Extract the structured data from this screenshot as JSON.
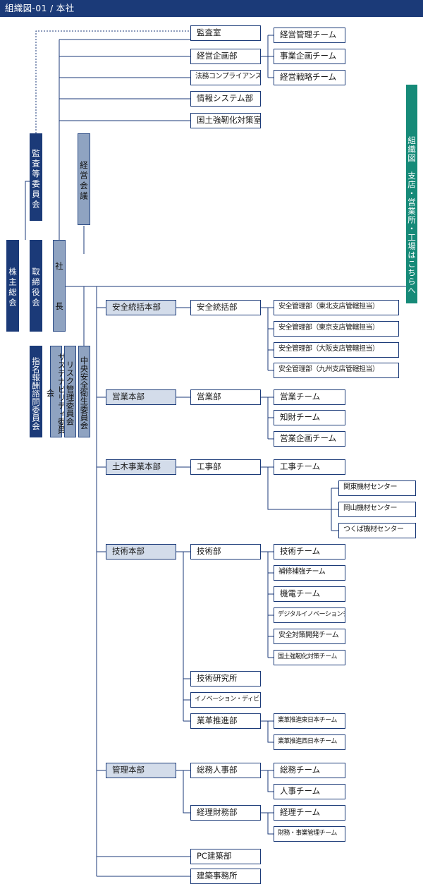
{
  "header": {
    "title": "組織図-01 / 本社"
  },
  "governance": {
    "shareholders": "株主総会",
    "board": "取締役会",
    "audit_committee": "監査等委員会",
    "nomination_committee": "指名報酬諮問委員会",
    "management_council": "経営会議",
    "president_top": "社",
    "president_bottom": "長",
    "sustainability_committee": "サステナビリティ委員会",
    "risk_committee": "リスク管理委員会",
    "safety_committee": "中央安全衛生委員会"
  },
  "staff": {
    "audit_office": "監査室",
    "planning_dept": "経営企画部",
    "planning_teams": [
      "経営管理チーム",
      "事業企画チーム",
      "経営戦略チーム"
    ],
    "legal_office": "法務コンプライアンス室",
    "it_dept": "情報システム部",
    "resilience_office": "国土強靭化対策室"
  },
  "branch_link": "組織図　支店・営業所・工場はこちらへ",
  "divisions": {
    "safety": {
      "name": "安全統括本部",
      "dept": "安全統括部",
      "teams": [
        "安全管理部（東北支店管轄担当）",
        "安全管理部（東京支店管轄担当）",
        "安全管理部（大阪支店管轄担当）",
        "安全管理部（九州支店管轄担当）"
      ]
    },
    "sales": {
      "name": "営業本部",
      "dept": "営業部",
      "teams": [
        "営業チーム",
        "知財チーム",
        "営業企画チーム"
      ]
    },
    "civil": {
      "name": "土木事業本部",
      "dept": "工事部",
      "teams": [
        "工事チーム"
      ],
      "centers": [
        "関東機材センター",
        "岡山機材センター",
        "つくば機材センター"
      ]
    },
    "tech": {
      "name": "技術本部",
      "dept": "技術部",
      "teams": [
        "技術チーム",
        "補修補強チーム",
        "機電チーム",
        "デジタルイノベーションチーム",
        "安全対策開発チーム",
        "国土強靭化対策チーム"
      ],
      "lab": "技術研究所",
      "innovation": "イノベーション・ディビジョン",
      "reform": "業革推進部",
      "reform_teams": [
        "業革推進東日本チーム",
        "業革推進西日本チーム"
      ]
    },
    "admin": {
      "name": "管理本部",
      "hr_dept": "総務人事部",
      "hr_teams": [
        "総務チーム",
        "人事チーム"
      ],
      "finance_dept": "経理財務部",
      "finance_teams": [
        "経理チーム",
        "財務・事業管理チーム"
      ]
    }
  },
  "others": {
    "pc_dept": "PC建築部",
    "arch_office": "建築事務所"
  }
}
